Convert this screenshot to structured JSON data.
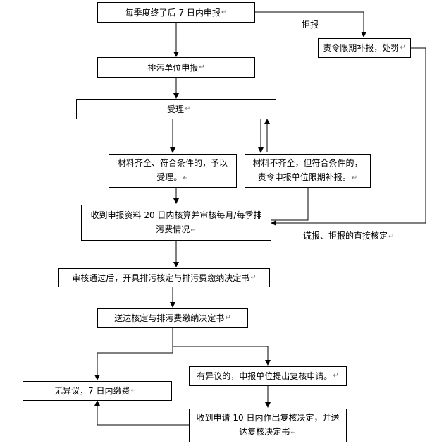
{
  "nodes": {
    "declare_deadline": "每季度终了后 7 日内申报",
    "order_supplement_penalty": "责令限期补报，处罚",
    "unit_declares": "排污单位申报",
    "accept": "受理",
    "materials_complete": "材料齐全、符合条件的，予以受理。",
    "materials_incomplete": "材料不齐全，但符合条件的，责令申报单位限期补报。",
    "verify_within_20_days": "收到申报资料 20 日内核算并审核每月/每季排污费情况",
    "issue_decision": "审核通过后，开具排污核定与排污费缴纳决定书",
    "deliver_decision": "送达核定与排污费缴纳决定书",
    "objection_review_request": "有异议的，申报单位提出复核申请。",
    "no_objection_pay": "无异议，7 日内缴费",
    "review_decision_10_days": "收到申请 10 日内作出复核决定，并送达复核决定书"
  },
  "labels": {
    "refuse_report": "拒报",
    "false_refuse_direct_verify": "谎报、拒报的直接核定"
  },
  "paragraph_mark": "↵",
  "colors": {
    "line": "#000000",
    "box_border": "#000000",
    "background": "#ffffff"
  }
}
